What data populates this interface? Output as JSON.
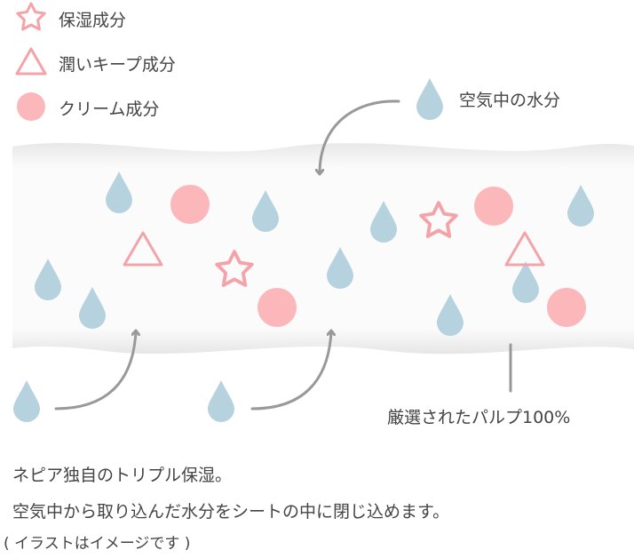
{
  "legend": {
    "items": [
      {
        "label": "保湿成分",
        "icon": "star-icon"
      },
      {
        "label": "潤いキープ成分",
        "icon": "triangle-icon"
      },
      {
        "label": "クリーム成分",
        "icon": "circle-icon"
      }
    ]
  },
  "labels": {
    "air_moisture": "空気中の水分",
    "pulp": "厳選されたパルプ100%"
  },
  "caption": {
    "line1": "ネピア独自のトリプル保湿。",
    "line2": "空気中から取り込んだ水分をシートの中に閉じ込めます。",
    "note": "( イラストはイメージです )"
  },
  "colors": {
    "drop": "#b7d2df",
    "pink_fill": "#fbb7b9",
    "pink_stroke": "#f4a3a8",
    "arrow": "#999999"
  }
}
